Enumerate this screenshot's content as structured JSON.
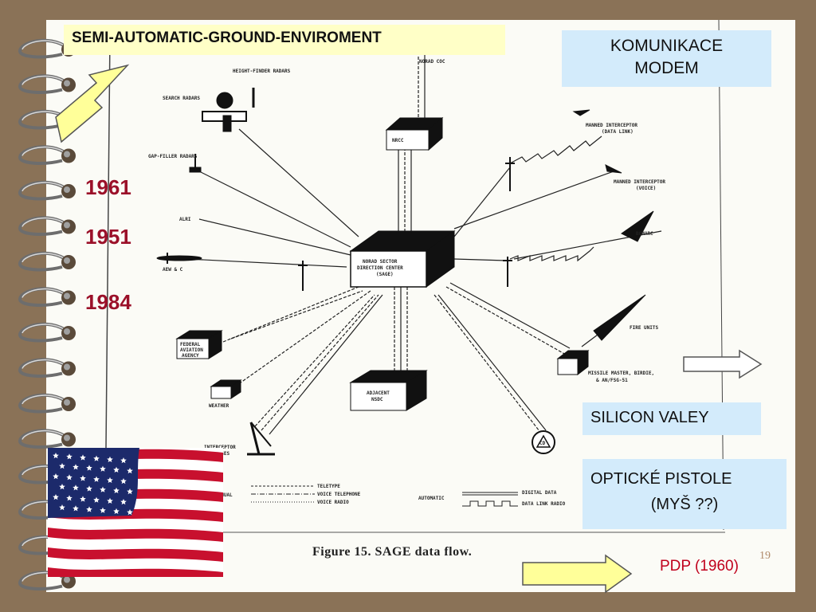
{
  "slide": {
    "title": "SEMI-AUTOMATIC-GROUND-ENVIROMENT",
    "komunikace_line1": "KOMUNIKACE",
    "komunikace_line2": "MODEM",
    "years": [
      "1961",
      "1951",
      "1984"
    ],
    "silicon": "SILICON VALEY",
    "opticke_line1": "OPTICKÉ PISTOLE",
    "opticke_line2": "(MYŠ ??)",
    "pdp": "PDP (1960)",
    "page_number": "19"
  },
  "diagram": {
    "caption": "Figure 15.  SAGE data flow.",
    "labels": {
      "norad_coc": "NORAD COC",
      "height_finder": "HEIGHT-FINDER RADARS",
      "search_radars": "SEARCH RADARS",
      "gap_filler": "GAP-FILLER RADARS",
      "alri": "ALRI",
      "aewc": "AEW & C",
      "nrcc": "NRCC",
      "center_1": "NORAD SECTOR",
      "center_2": "DIRECTION CENTER",
      "center_3": "(SAGE)",
      "manned_data_1": "MANNED INTERCEPTOR",
      "manned_data_2": "(DATA LINK)",
      "manned_voice_1": "MANNED INTERCEPTOR",
      "manned_voice_2": "(VOICE)",
      "bomarc": "BOMARC",
      "fire_units": "FIRE UNITS",
      "missile_1": "MISSILE MASTER, BIRDIE,",
      "missile_2": "& AN/FSG-51",
      "faa_1": "FEDERAL",
      "faa_2": "AVIATION",
      "faa_3": "AGENCY",
      "weather": "WEATHER",
      "adjacent_1": "ADJACENT",
      "adjacent_2": "NSDC",
      "interceptor_1": "INTERCEPTOR",
      "interceptor_2": "BASES",
      "cd": "CD",
      "legend_manual": "MANUAL",
      "legend_teletype": "TELETYPE",
      "legend_voice_tel": "VOICE TELEPHONE",
      "legend_voice_radio": "VOICE RADIO",
      "legend_automatic": "AUTOMATIC",
      "legend_digital": "DIGITAL DATA",
      "legend_datalink": "DATA LINK RADIO"
    }
  },
  "colors": {
    "background": "#8a7257",
    "title_box": "#ffffc7",
    "info_box": "#d3ebfb",
    "year": "#9b1029",
    "pdp": "#c0001c",
    "arrow_fill": "#ffff99"
  },
  "icons": {
    "spiral_binding": "spiral-binding-rings",
    "flag": "us-flag-image",
    "arrows": "block-arrow"
  }
}
